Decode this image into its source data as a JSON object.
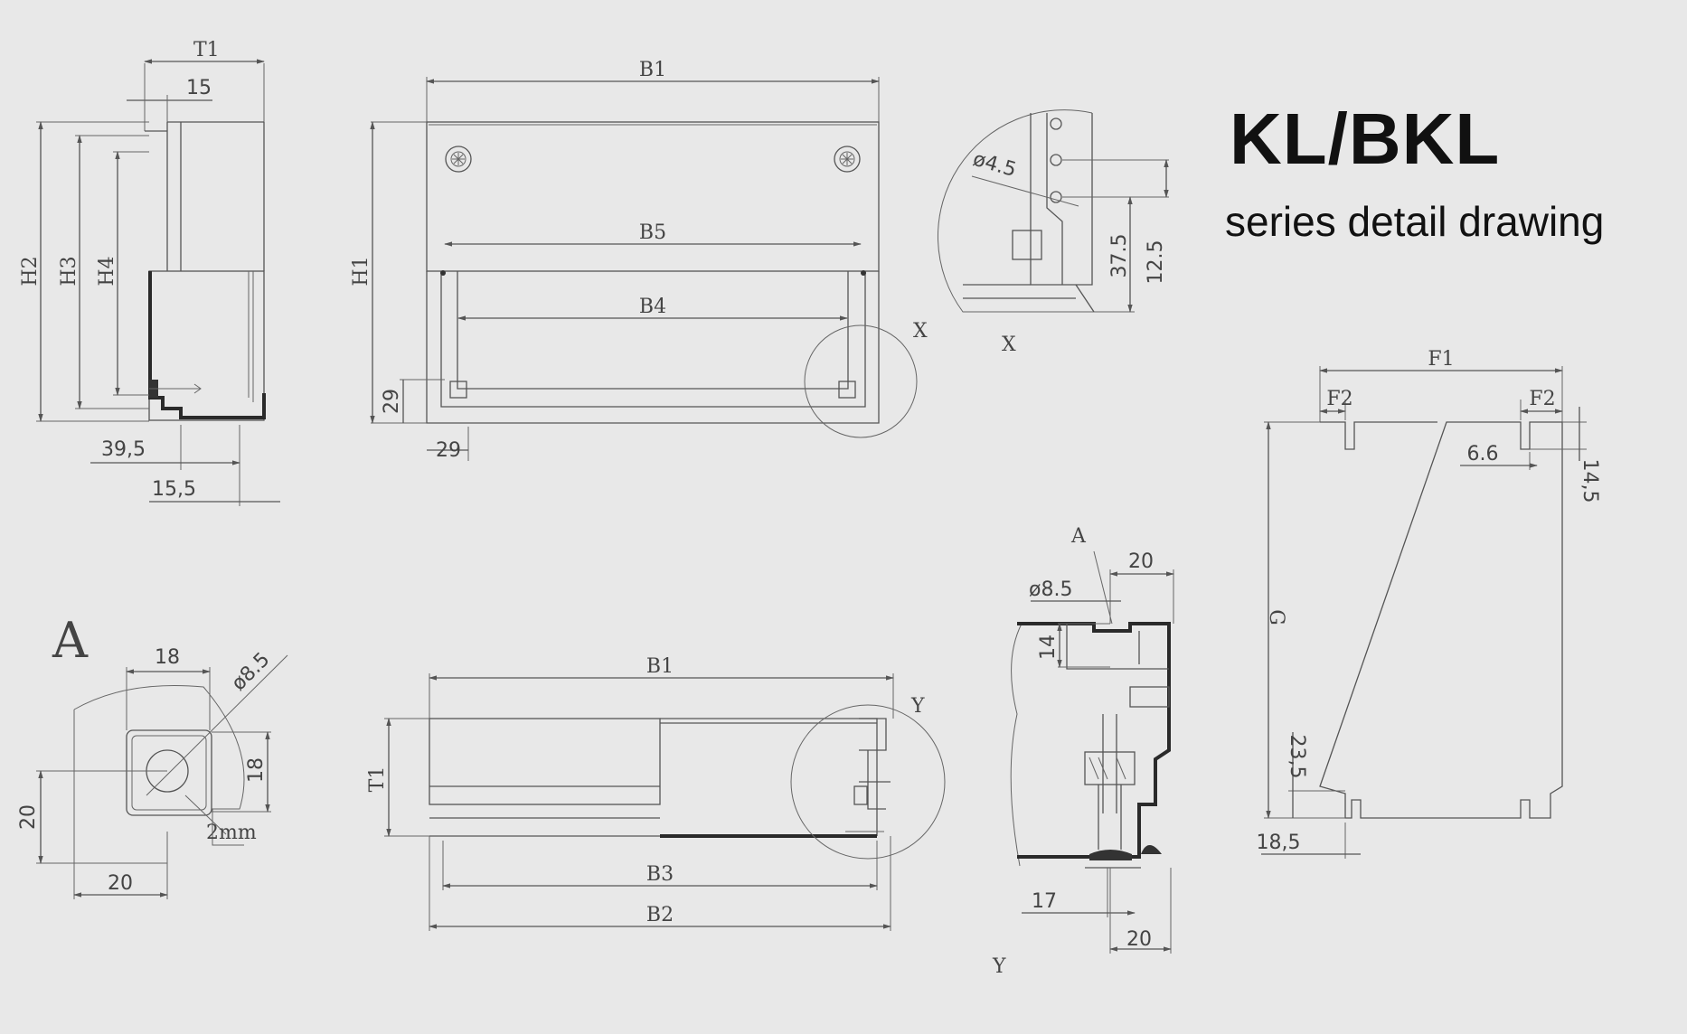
{
  "title": {
    "main": "KL/BKL",
    "sub": "series detail drawing"
  },
  "side_view": {
    "t1": "T1",
    "d15": "15",
    "h2": "H2",
    "h3": "H3",
    "h4": "H4",
    "d39_5": "39,5",
    "d15_5": "15,5"
  },
  "front_view": {
    "b1": "B1",
    "b5": "B5",
    "b4": "B4",
    "h1": "H1",
    "d29_v": "29",
    "d29_h": "29",
    "x_marker": "X"
  },
  "detail_x": {
    "dia": "ø4.5",
    "d37_5": "37.5",
    "d12_5": "12.5",
    "label": "X"
  },
  "detail_a": {
    "label": "A",
    "d18_top": "18",
    "dia": "ø8.5",
    "d18_side": "18",
    "d20_side": "20",
    "d2mm": "2mm",
    "d20_bottom": "20"
  },
  "top_view": {
    "b1": "B1",
    "t1": "T1",
    "b3": "B3",
    "b2": "B2",
    "y_marker": "Y"
  },
  "detail_y": {
    "a": "A",
    "d20_top": "20",
    "dia": "ø8.5",
    "d14": "14",
    "d17": "17",
    "d20_bottom": "20",
    "label": "Y"
  },
  "plate_view": {
    "f1": "F1",
    "f2_left": "F2",
    "f2_right": "F2",
    "d6_6": "6.6",
    "d14_5": "14,5",
    "g": "G",
    "d23_5": "23,5",
    "d18_5": "18,5"
  },
  "colors": {
    "background": "#e8e8e8",
    "line": "#555555",
    "profile": "#2a2a2a",
    "title": "#111111"
  }
}
